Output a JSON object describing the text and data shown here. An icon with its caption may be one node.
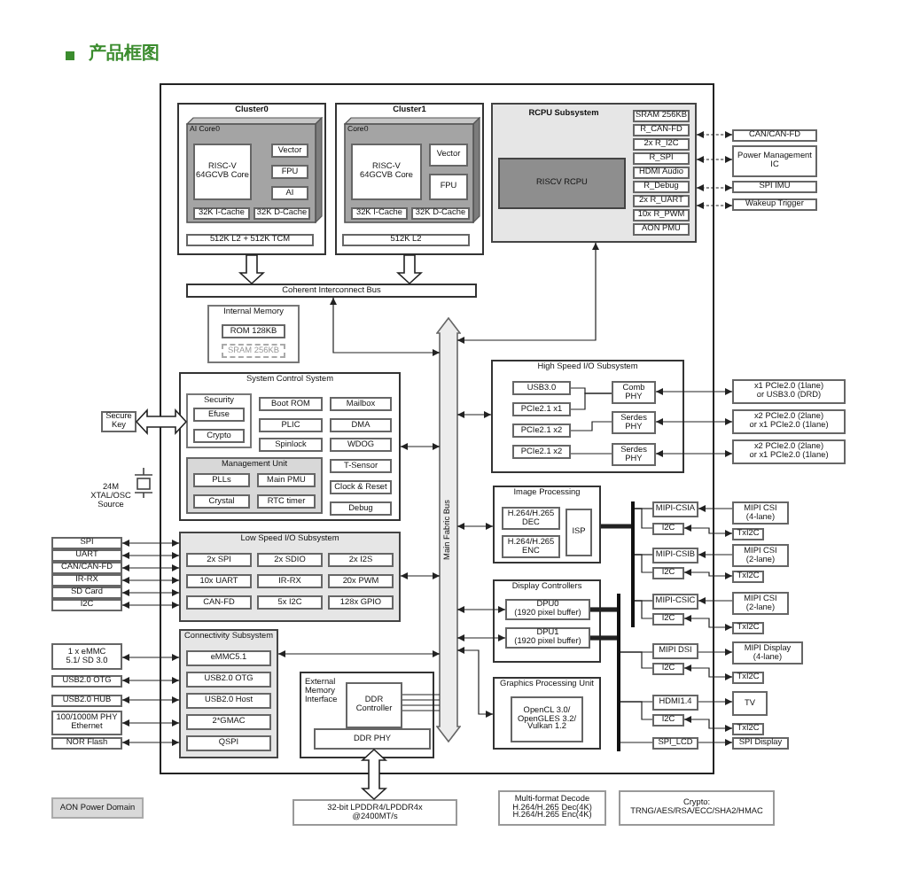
{
  "diagram": {
    "title": "产品框图",
    "nodes": [
      {
        "text": [
          "Cluster0"
        ]
      },
      {
        "text": [
          "AI Core0"
        ],
        "in": 0
      },
      {
        "text": [
          "RISC-V 64GCVB Core"
        ],
        "in": 1
      },
      {
        "text": [
          "Vector"
        ],
        "in": 1
      },
      {
        "text": [
          "FPU"
        ],
        "in": 1
      },
      {
        "text": [
          "AI"
        ],
        "in": 1
      },
      {
        "text": [
          "32K I-Cache"
        ],
        "in": 1
      },
      {
        "text": [
          "32K D-Cache"
        ],
        "in": 1
      },
      {
        "text": [
          "512K L2 + 512K TCM"
        ],
        "in": 0
      },
      {
        "text": [
          "Cluster1"
        ]
      },
      {
        "text": [
          "Core0"
        ],
        "in": 9
      },
      {
        "text": [
          "RISC-V 64GCVB Core"
        ],
        "in": 10
      },
      {
        "text": [
          "Vector"
        ],
        "in": 10
      },
      {
        "text": [
          "FPU"
        ],
        "in": 10
      },
      {
        "text": [
          "32K I-Cache"
        ],
        "in": 10
      },
      {
        "text": [
          "32K D-Cache"
        ],
        "in": 10
      },
      {
        "text": [
          "512K L2"
        ],
        "in": 9
      },
      {
        "text": [
          "RCPU Subsystem"
        ]
      },
      {
        "text": [
          "RISCV RCPU"
        ],
        "in": 17
      },
      {
        "text": [
          "SRAM 256KB"
        ],
        "in": 17
      },
      {
        "text": [
          "R_CAN-FD"
        ],
        "in": 17
      },
      {
        "text": [
          "2x R_I2C"
        ],
        "in": 17
      },
      {
        "text": [
          "R_SPI"
        ],
        "in": 17
      },
      {
        "text": [
          "HDMI Audio"
        ],
        "in": 17
      },
      {
        "text": [
          "R_Debug"
        ],
        "in": 17
      },
      {
        "text": [
          "2x R_UART"
        ],
        "in": 17
      },
      {
        "text": [
          "10x R_PWM"
        ],
        "in": 17
      },
      {
        "text": [
          "AON PMU"
        ],
        "in": 17
      },
      {
        "text": [
          "CAN/CAN-FD"
        ]
      },
      {
        "text": [
          "Power Management IC"
        ]
      },
      {
        "text": [
          "SPI IMU"
        ]
      },
      {
        "text": [
          "Wakeup Trigger"
        ]
      },
      {
        "text": [
          "Coherent Interconnect Bus"
        ]
      },
      {
        "text": [
          "Internal Memory"
        ]
      },
      {
        "text": [
          "ROM 128KB"
        ],
        "in": 33
      },
      {
        "text": [
          "SRAM 256KB"
        ],
        "in": 33
      },
      {
        "text": [
          "Main Fabric Bus"
        ]
      },
      {
        "text": [
          "System Control System"
        ]
      },
      {
        "text": [
          "Security"
        ],
        "in": 37
      },
      {
        "text": [
          "Efuse"
        ],
        "in": 38
      },
      {
        "text": [
          "Crypto"
        ],
        "in": 38
      },
      {
        "text": [
          "Boot ROM"
        ],
        "in": 37
      },
      {
        "text": [
          "Mailbox"
        ],
        "in": 37
      },
      {
        "text": [
          "PLIC"
        ],
        "in": 37
      },
      {
        "text": [
          "DMA"
        ],
        "in": 37
      },
      {
        "text": [
          "Spinlock"
        ],
        "in": 37
      },
      {
        "text": [
          "WDOG"
        ],
        "in": 37
      },
      {
        "text": [
          "T-Sensor"
        ],
        "in": 37
      },
      {
        "text": [
          "Management Unit"
        ],
        "in": 37
      },
      {
        "text": [
          "PLLs"
        ],
        "in": 48
      },
      {
        "text": [
          "Main PMU"
        ],
        "in": 48
      },
      {
        "text": [
          "Crystal"
        ],
        "in": 48
      },
      {
        "text": [
          "RTC timer"
        ],
        "in": 48
      },
      {
        "text": [
          "Clock & Reset"
        ],
        "in": 37
      },
      {
        "text": [
          "Debug"
        ],
        "in": 37
      },
      {
        "text": [
          "Secure Key"
        ]
      },
      {
        "text": [
          "High Speed I/O Subsystem"
        ]
      },
      {
        "text": [
          "USB3.0"
        ],
        "in": 56
      },
      {
        "text": [
          "PCIe2.1 x1"
        ],
        "in": 56
      },
      {
        "text": [
          "PCIe2.1 x2"
        ],
        "in": 56
      },
      {
        "text": [
          "PCIe2.1 x2"
        ],
        "in": 56
      },
      {
        "text": [
          "Comb PHY"
        ],
        "in": 56
      },
      {
        "text": [
          "Serdes PHY"
        ],
        "in": 56
      },
      {
        "text": [
          "Serdes PHY"
        ],
        "in": 56
      },
      {
        "text": [
          "x1 PCIe2.0 (1lane)",
          "or USB3.0 (DRD)"
        ]
      },
      {
        "text": [
          "x2 PCIe2.0 (2lane)",
          "or x1 PCIe2.0 (1lane)"
        ]
      },
      {
        "text": [
          "x2 PCIe2.0 (2lane)",
          "or x1 PCIe2.0 (1lane)"
        ]
      },
      {
        "text": [
          "Low Speed I/O Subsystem"
        ]
      },
      {
        "text": [
          "2x SPI"
        ],
        "in": 67
      },
      {
        "text": [
          "2x SDIO"
        ],
        "in": 67
      },
      {
        "text": [
          "2x I2S"
        ],
        "in": 67
      },
      {
        "text": [
          "10x UART"
        ],
        "in": 67
      },
      {
        "text": [
          "IR-RX"
        ],
        "in": 67
      },
      {
        "text": [
          "20x PWM"
        ],
        "in": 67
      },
      {
        "text": [
          "CAN-FD"
        ],
        "in": 67
      },
      {
        "text": [
          "5x I2C"
        ],
        "in": 67
      },
      {
        "text": [
          "128x GPIO"
        ],
        "in": 67
      },
      {
        "text": [
          "SPI"
        ]
      },
      {
        "text": [
          "UART"
        ]
      },
      {
        "text": [
          "CAN/CAN-FD"
        ]
      },
      {
        "text": [
          "IR-RX"
        ]
      },
      {
        "text": [
          "SD Card"
        ]
      },
      {
        "text": [
          "I2C"
        ]
      },
      {
        "text": [
          "Image Processing"
        ]
      },
      {
        "text": [
          "H.264/H.265 DEC"
        ],
        "in": 83
      },
      {
        "text": [
          "H.264/H.265 ENC"
        ],
        "in": 83
      },
      {
        "text": [
          "ISP"
        ],
        "in": 83
      },
      {
        "text": [
          "MIPI-CSIA"
        ]
      },
      {
        "text": [
          "I2C"
        ]
      },
      {
        "text": [
          "MIPI CSI (4-lane)"
        ]
      },
      {
        "text": [
          "TxI2C"
        ]
      },
      {
        "text": [
          "MIPI-CSIB"
        ]
      },
      {
        "text": [
          "I2C"
        ]
      },
      {
        "text": [
          "MIPI CSI (2-lane)"
        ]
      },
      {
        "text": [
          "TxI2C"
        ]
      },
      {
        "text": [
          "Display Controllers"
        ]
      },
      {
        "text": [
          "DPU0",
          "(1920 pixel buffer)"
        ],
        "in": 95
      },
      {
        "text": [
          "DPU1",
          "(1920 pixel buffer)"
        ],
        "in": 95
      },
      {
        "text": [
          "MIPI-CSIC"
        ]
      },
      {
        "text": [
          "I2C"
        ]
      },
      {
        "text": [
          "MIPI CSI (2-lane)"
        ]
      },
      {
        "text": [
          "TxI2C"
        ]
      },
      {
        "text": [
          "MIPI DSI"
        ]
      },
      {
        "text": [
          "I2C"
        ]
      },
      {
        "text": [
          "MIPI Display (4-lane)"
        ]
      },
      {
        "text": [
          "TxI2C"
        ]
      },
      {
        "text": [
          "Graphics Processing Unit"
        ]
      },
      {
        "text": [
          "OpenCL 3.0/ OpenGLES 3.2/ Vulkan 1.2"
        ],
        "in": 106
      },
      {
        "text": [
          "HDMI1.4"
        ]
      },
      {
        "text": [
          "I2C"
        ]
      },
      {
        "text": [
          "TV"
        ]
      },
      {
        "text": [
          "TxI2C"
        ]
      },
      {
        "text": [
          "SPI_LCD"
        ]
      },
      {
        "text": [
          "SPI Display"
        ]
      },
      {
        "text": [
          "Connectivity Subsystem"
        ]
      },
      {
        "text": [
          "eMMC5.1"
        ],
        "in": 114
      },
      {
        "text": [
          "USB2.0 OTG"
        ],
        "in": 114
      },
      {
        "text": [
          "USB2.0 Host"
        ],
        "in": 114
      },
      {
        "text": [
          "2*GMAC"
        ],
        "in": 114
      },
      {
        "text": [
          "QSPI"
        ],
        "in": 114
      },
      {
        "text": [
          "1 x eMMC 5.1/ SD 3.0"
        ]
      },
      {
        "text": [
          "USB2.0 OTG"
        ]
      },
      {
        "text": [
          "USB2.0 HUB"
        ]
      },
      {
        "text": [
          "100/1000M PHY Ethernet"
        ]
      },
      {
        "text": [
          "NOR Flash"
        ]
      },
      {
        "text": [
          "External Memory Interface"
        ]
      },
      {
        "text": [
          "DDR Controller"
        ],
        "in": 125
      },
      {
        "text": [
          "DDR PHY"
        ],
        "in": 125
      },
      {
        "text": [
          "32-bit LPDDR4/LPDDR4x @2400MT/s"
        ]
      },
      {
        "text": [
          "Multi-format Decode H.264/H.265 Dec(4K) H.264/H.265 Enc(4K)"
        ]
      },
      {
        "text": [
          "Crypto: TRNG/AES/RSA/ECC/SHA2/HMAC"
        ]
      },
      {
        "text": [],
        "shape": "bar"
      },
      {
        "text": [],
        "shape": "bar"
      }
    ],
    "edges": [
      {
        "from": 0,
        "to": 32,
        "arrow": "to",
        "style": "thick"
      },
      {
        "from": 9,
        "to": 32,
        "arrow": "to",
        "style": "thick"
      },
      {
        "from": 32,
        "to": 36,
        "arrow": "both"
      },
      {
        "from": 17,
        "to": 36,
        "arrow": "both"
      },
      {
        "from": 17,
        "to": 28,
        "arrow": "both",
        "style": "dashed"
      },
      {
        "from": 17,
        "to": 29,
        "arrow": "both",
        "style": "dashed"
      },
      {
        "from": 17,
        "to": 30,
        "arrow": "both",
        "style": "dashed"
      },
      {
        "from": 17,
        "to": 31,
        "arrow": "both",
        "style": "dashed"
      },
      {
        "from": 55,
        "to": 38,
        "arrow": "both",
        "style": "thick"
      },
      {
        "from": 37,
        "to": 36,
        "arrow": "both"
      },
      {
        "from": 67,
        "to": 36,
        "arrow": "both"
      },
      {
        "from": 77,
        "to": 67,
        "arrow": "both"
      },
      {
        "from": 78,
        "to": 67,
        "arrow": "both"
      },
      {
        "from": 79,
        "to": 67,
        "arrow": "both"
      },
      {
        "from": 80,
        "to": 67,
        "arrow": "both"
      },
      {
        "from": 81,
        "to": 67,
        "arrow": "both"
      },
      {
        "from": 82,
        "to": 67,
        "arrow": "both"
      },
      {
        "from": 56,
        "to": 36,
        "arrow": "both"
      },
      {
        "from": 57,
        "to": 61,
        "arrow": "none"
      },
      {
        "from": 58,
        "to": 61,
        "arrow": "none"
      },
      {
        "from": 59,
        "to": 62,
        "arrow": "none"
      },
      {
        "from": 60,
        "to": 63,
        "arrow": "none"
      },
      {
        "from": 61,
        "to": 64,
        "arrow": "both"
      },
      {
        "from": 62,
        "to": 65,
        "arrow": "both"
      },
      {
        "from": 63,
        "to": 66,
        "arrow": "both"
      },
      {
        "from": 83,
        "to": 36,
        "arrow": "both"
      },
      {
        "from": 83,
        "to": 131,
        "arrow": "none",
        "style": "thick"
      },
      {
        "from": 131,
        "to": 87,
        "arrow": "none"
      },
      {
        "from": 131,
        "to": 88,
        "arrow": "none"
      },
      {
        "from": 131,
        "to": 91,
        "arrow": "none"
      },
      {
        "from": 131,
        "to": 92,
        "arrow": "none"
      },
      {
        "from": 131,
        "to": 98,
        "arrow": "none"
      },
      {
        "from": 131,
        "to": 99,
        "arrow": "none"
      },
      {
        "from": 89,
        "to": 87,
        "arrow": "to"
      },
      {
        "from": 88,
        "to": 90,
        "arrow": "both"
      },
      {
        "from": 93,
        "to": 91,
        "arrow": "to"
      },
      {
        "from": 92,
        "to": 94,
        "arrow": "both"
      },
      {
        "from": 100,
        "to": 98,
        "arrow": "to"
      },
      {
        "from": 99,
        "to": 101,
        "arrow": "both"
      },
      {
        "from": 36,
        "to": 96,
        "arrow": "both"
      },
      {
        "from": 36,
        "to": 97,
        "arrow": "both"
      },
      {
        "from": 36,
        "to": 106,
        "arrow": "both"
      },
      {
        "from": 96,
        "to": 132,
        "arrow": "none",
        "style": "thick"
      },
      {
        "from": 97,
        "to": 132,
        "arrow": "none",
        "style": "thick"
      },
      {
        "from": 132,
        "to": 102,
        "arrow": "none"
      },
      {
        "from": 132,
        "to": 103,
        "arrow": "none"
      },
      {
        "from": 132,
        "to": 108,
        "arrow": "none"
      },
      {
        "from": 132,
        "to": 109,
        "arrow": "none"
      },
      {
        "from": 132,
        "to": 112,
        "arrow": "none"
      },
      {
        "from": 102,
        "to": 104,
        "arrow": "to"
      },
      {
        "from": 103,
        "to": 105,
        "arrow": "both"
      },
      {
        "from": 108,
        "to": 110,
        "arrow": "to"
      },
      {
        "from": 109,
        "to": 111,
        "arrow": "both"
      },
      {
        "from": 112,
        "to": 113,
        "arrow": "to"
      },
      {
        "from": 114,
        "to": 36,
        "arrow": "both"
      },
      {
        "from": 120,
        "to": 114,
        "arrow": "both"
      },
      {
        "from": 121,
        "to": 114,
        "arrow": "both"
      },
      {
        "from": 122,
        "to": 114,
        "arrow": "both"
      },
      {
        "from": 123,
        "to": 114,
        "arrow": "both"
      },
      {
        "from": 124,
        "to": 114,
        "arrow": "both"
      },
      {
        "from": 126,
        "to": 36,
        "arrow": "none"
      },
      {
        "from": 126,
        "to": 36,
        "arrow": "none"
      },
      {
        "from": 126,
        "to": 36,
        "arrow": "none"
      },
      {
        "from": 126,
        "to": 36,
        "arrow": "none"
      },
      {
        "from": 127,
        "to": 128,
        "arrow": "both",
        "style": "thick"
      }
    ],
    "labels": [
      "24M XTAL/OSC Source"
    ],
    "legend": [
      {
        "text": "AON Power Domain",
        "color": "#d9d9d9"
      }
    ]
  }
}
